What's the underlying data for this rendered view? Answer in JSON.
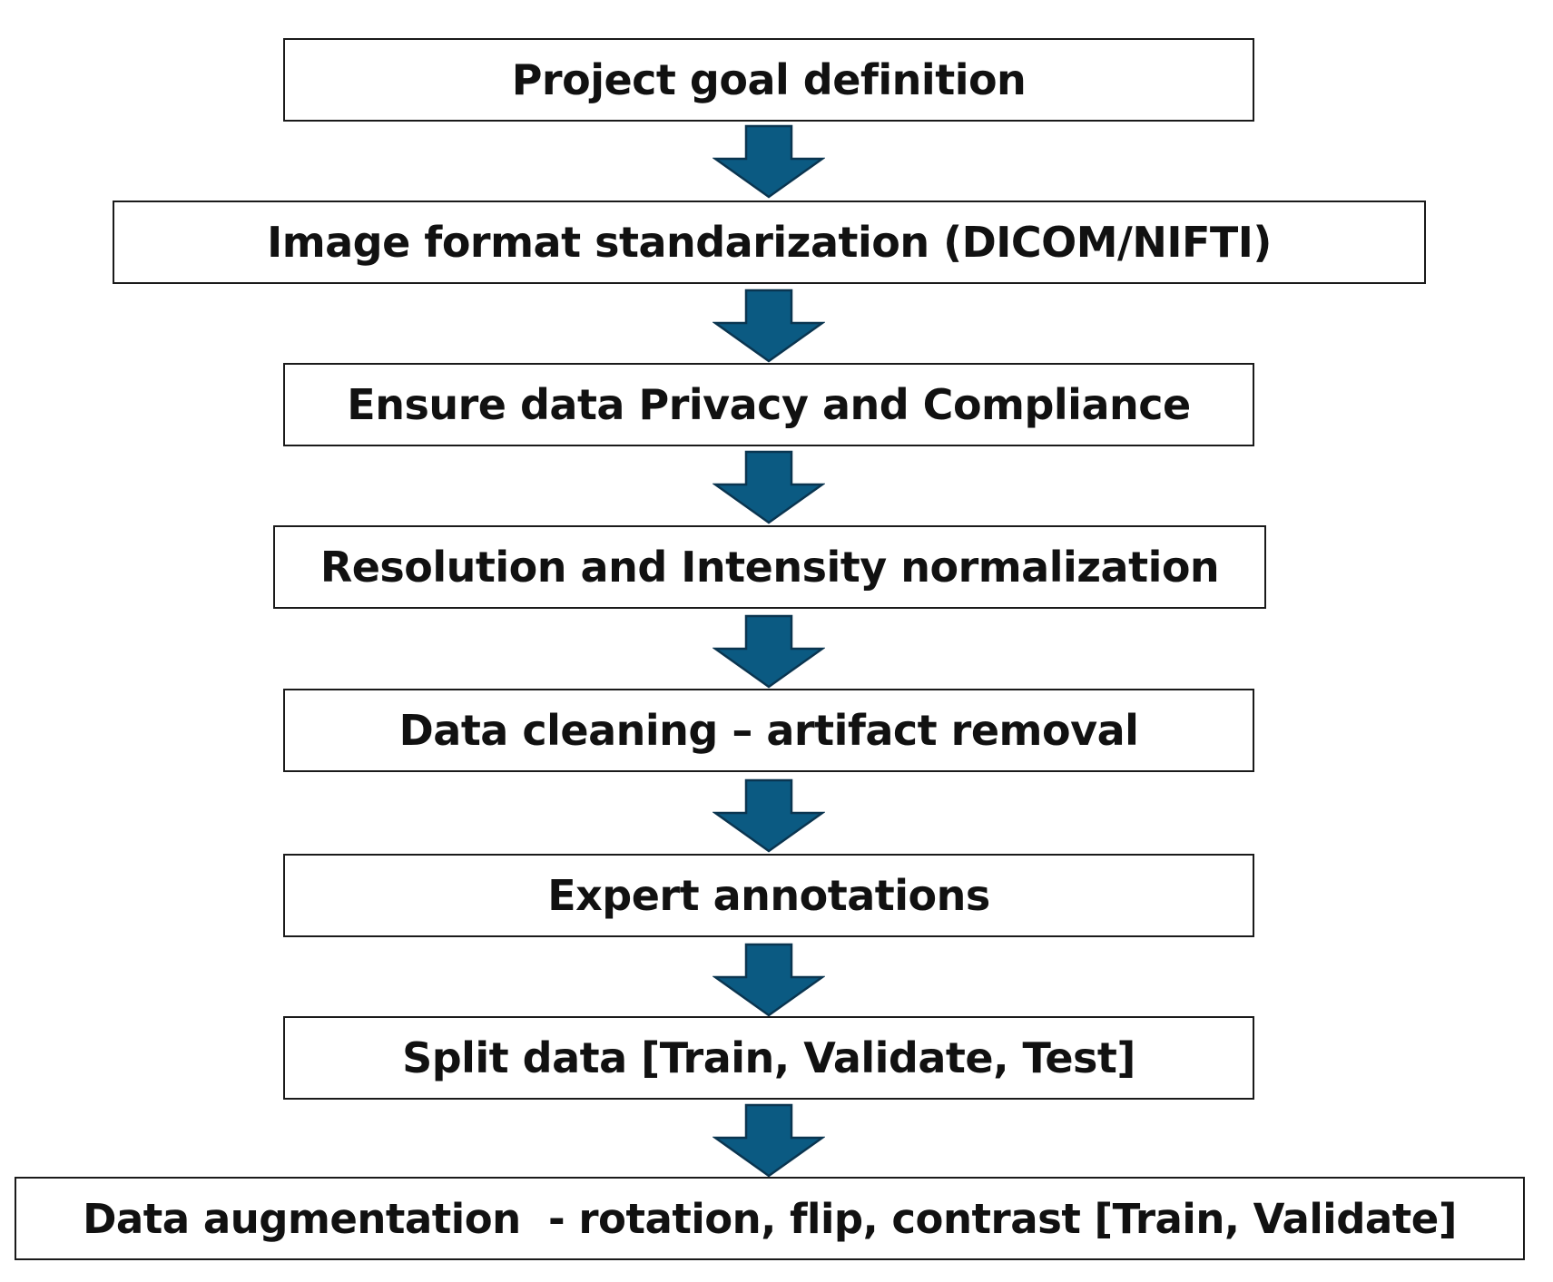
{
  "colors": {
    "arrow_fill": "#0b5a82",
    "arrow_stroke": "#0a3550",
    "box_border": "#1a1a1a",
    "text": "#111111"
  },
  "arrow_icon": "down-arrow-icon",
  "steps": [
    {
      "label": "Project goal definition"
    },
    {
      "label": "Image format standarization (DICOM/NIFTI)"
    },
    {
      "label": "Ensure data Privacy and Compliance"
    },
    {
      "label": "Resolution and Intensity normalization"
    },
    {
      "label": "Data cleaning – artifact removal"
    },
    {
      "label": "Expert annotations"
    },
    {
      "label": "Split data [Train, Validate, Test]"
    },
    {
      "label": "Data augmentation  - rotation, flip, contrast [Train, Validate]"
    }
  ]
}
